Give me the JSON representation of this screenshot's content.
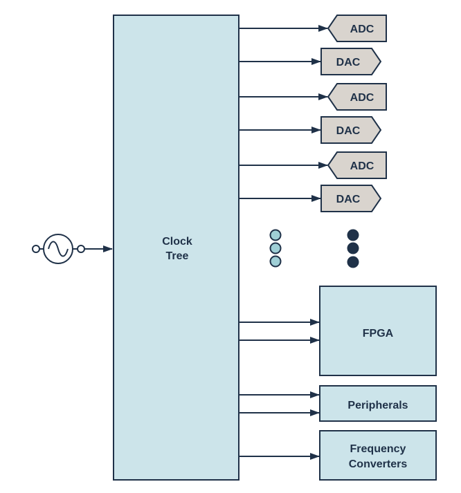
{
  "clock_tree": {
    "label_line1": "Clock",
    "label_line2": "Tree"
  },
  "converters": [
    {
      "label": "ADC",
      "kind": "adc"
    },
    {
      "label": "DAC",
      "kind": "dac"
    },
    {
      "label": "ADC",
      "kind": "adc"
    },
    {
      "label": "DAC",
      "kind": "dac"
    },
    {
      "label": "ADC",
      "kind": "adc"
    },
    {
      "label": "DAC",
      "kind": "dac"
    }
  ],
  "fpga": {
    "label": "FPGA"
  },
  "peripherals": {
    "label": "Peripherals"
  },
  "frequency_converters": {
    "label_line1": "Frequency",
    "label_line2": "Converters"
  },
  "colors": {
    "block_fill": "#cce4ea",
    "block_stroke": "#1f3148",
    "converter_fill": "#d9d4ce",
    "dot_light": "#9fcfd6",
    "dot_dark": "#1f3148",
    "line": "#1f3148"
  },
  "icons": {
    "oscillator": "sine-wave-oscillator-icon"
  }
}
